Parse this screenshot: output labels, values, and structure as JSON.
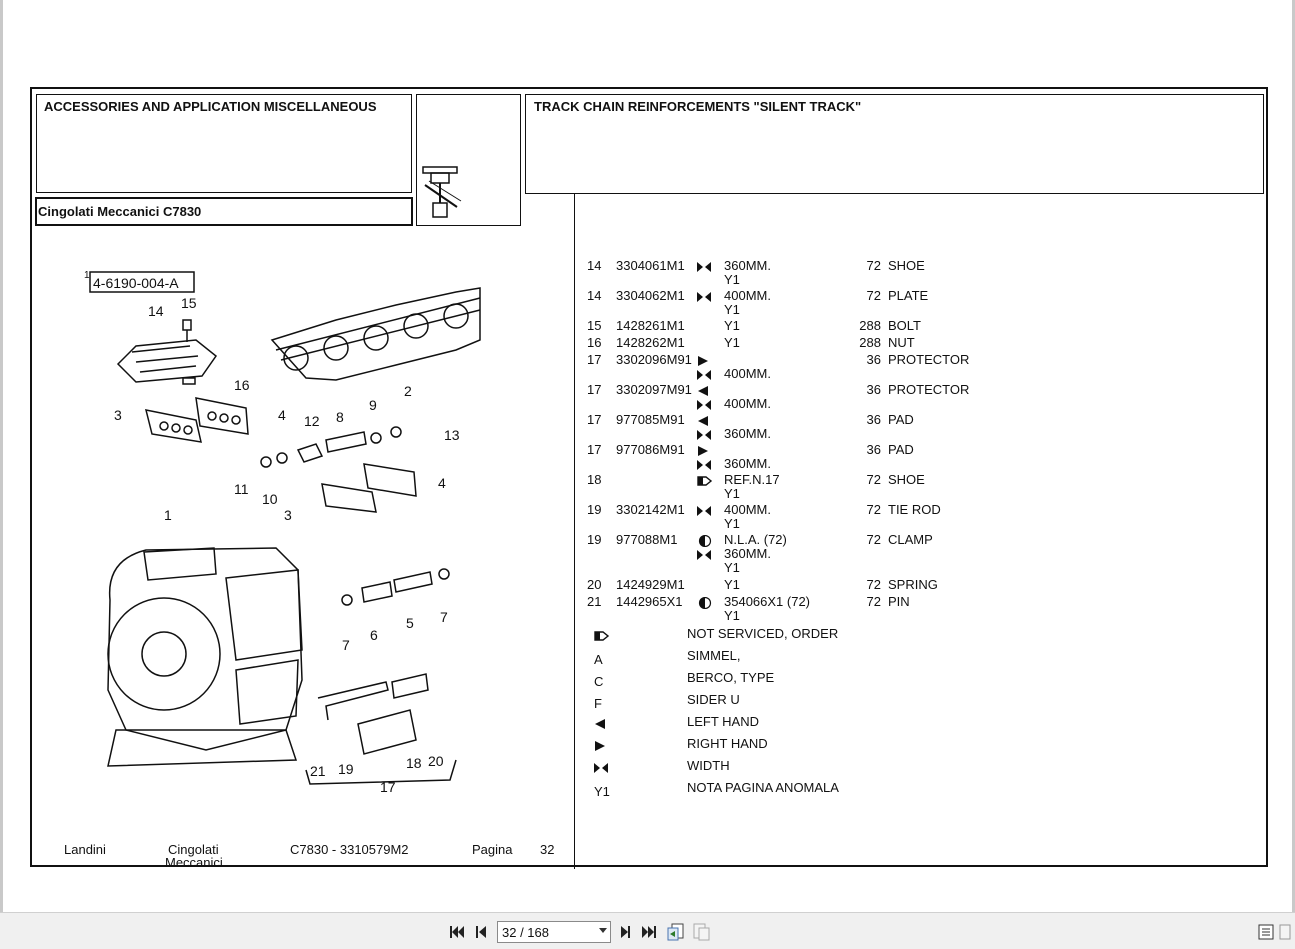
{
  "header": {
    "left_title": "ACCESSORIES AND APPLICATION MISCELLANEOUS",
    "right_title": "TRACK CHAIN REINFORCEMENTS \"SILENT TRACK\"",
    "subtitle": "Cingolati Meccanici C7830"
  },
  "diagram": {
    "ref_code": "4-6190-004-A",
    "ref_prefix": "1",
    "callouts": [
      "14",
      "15",
      "16",
      "2",
      "3",
      "4",
      "12",
      "8",
      "9",
      "13",
      "11",
      "10",
      "4",
      "3",
      "1",
      "7",
      "6",
      "5",
      "7",
      "21",
      "19",
      "18",
      "20",
      "17"
    ]
  },
  "parts": [
    {
      "ref": "14",
      "part": "3304061M1",
      "sym": "width",
      "desc": "360MM.",
      "note": "Y1",
      "qty": "72",
      "name": "SHOE"
    },
    {
      "ref": "14",
      "part": "3304062M1",
      "sym": "width",
      "desc": "400MM.",
      "note": "Y1",
      "qty": "72",
      "name": "PLATE"
    },
    {
      "ref": "15",
      "part": "1428261M1",
      "sym": "",
      "desc": "Y1",
      "note": "",
      "qty": "288",
      "name": "BOLT"
    },
    {
      "ref": "16",
      "part": "1428262M1",
      "sym": "",
      "desc": "Y1",
      "note": "",
      "qty": "288",
      "name": "NUT"
    },
    {
      "ref": "17",
      "part": "3302096M91",
      "sym": "right",
      "desc": "",
      "sym2": "width",
      "desc2": "400MM.",
      "qty": "36",
      "name": "PROTECTOR"
    },
    {
      "ref": "17",
      "part": "3302097M91",
      "sym": "left",
      "desc": "",
      "sym2": "width",
      "desc2": "400MM.",
      "qty": "36",
      "name": "PROTECTOR"
    },
    {
      "ref": "17",
      "part": "977085M91",
      "sym": "left",
      "desc": "",
      "sym2": "width",
      "desc2": "360MM.",
      "qty": "36",
      "name": "PAD"
    },
    {
      "ref": "17",
      "part": "977086M91",
      "sym": "right",
      "desc": "",
      "sym2": "width",
      "desc2": "360MM.",
      "qty": "36",
      "name": "PAD"
    },
    {
      "ref": "18",
      "part": "",
      "sym": "order",
      "desc": "REF.N.17",
      "note": "Y1",
      "qty": "72",
      "name": "SHOE"
    },
    {
      "ref": "19",
      "part": "3302142M1",
      "sym": "width",
      "desc": "400MM.",
      "note": "Y1",
      "qty": "72",
      "name": "TIE ROD"
    },
    {
      "ref": "19",
      "part": "977088M1",
      "sym": "nla",
      "desc": "N.L.A.  (72)",
      "sym2": "width",
      "desc2": "360MM.",
      "note": "Y1",
      "qty": "72",
      "name": "CLAMP"
    },
    {
      "ref": "20",
      "part": "1424929M1",
      "sym": "",
      "desc": "Y1",
      "note": "",
      "qty": "72",
      "name": "SPRING"
    },
    {
      "ref": "21",
      "part": "1442965X1",
      "sym": "nla",
      "desc": "354066X1  (72)",
      "note": "Y1",
      "qty": "72",
      "name": "PIN"
    }
  ],
  "legend": [
    {
      "sym": "order",
      "text": "NOT SERVICED, ORDER"
    },
    {
      "sym": "A",
      "text": "SIMMEL,"
    },
    {
      "sym": "C",
      "text": "BERCO, TYPE"
    },
    {
      "sym": "F",
      "text": "SIDER U"
    },
    {
      "sym": "left",
      "text": "LEFT HAND"
    },
    {
      "sym": "right",
      "text": "RIGHT HAND"
    },
    {
      "sym": "width",
      "text": "WIDTH"
    },
    {
      "sym": "Y1",
      "text": "NOTA PAGINA ANOMALA"
    }
  ],
  "footer": {
    "brand": "Landini",
    "section_line1": "Cingolati",
    "section_line2": "Meccanici",
    "code": "C7830 - 3310579M2",
    "page_label": "Pagina",
    "page_no": "32"
  },
  "toolbar": {
    "page_value": "32 / 168"
  }
}
